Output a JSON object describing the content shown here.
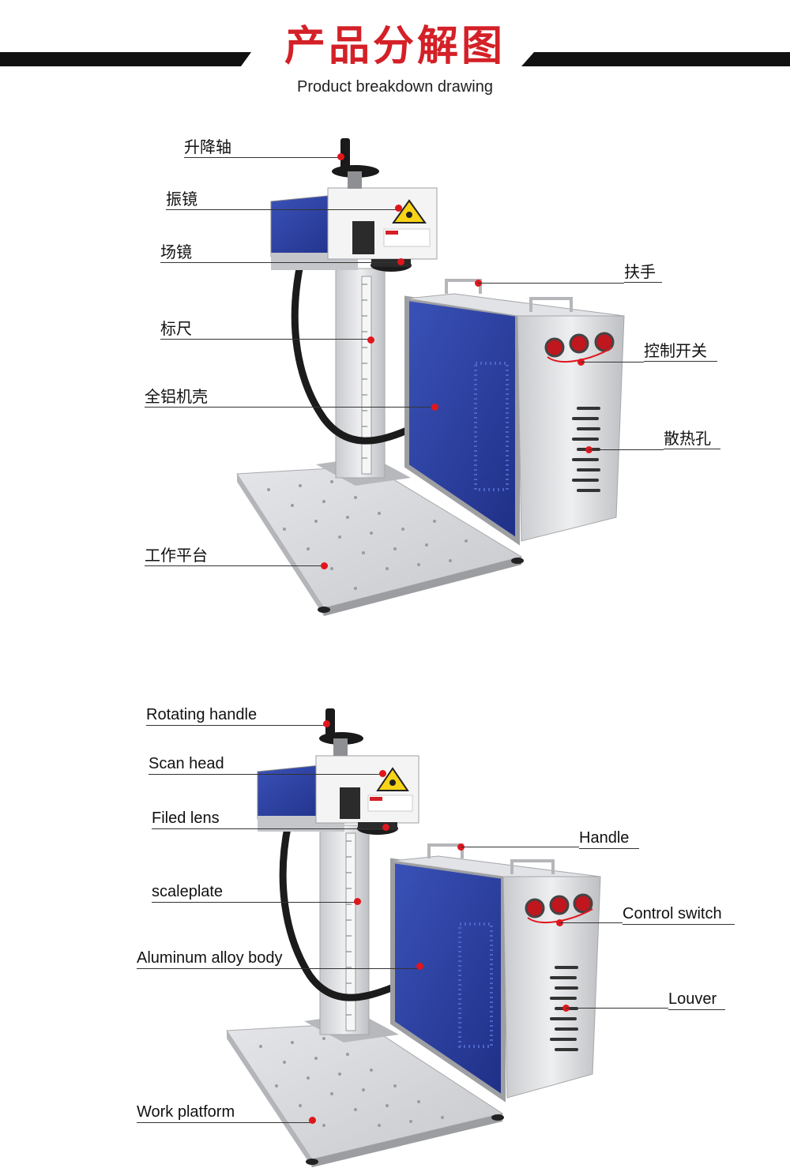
{
  "header": {
    "title": "产品分解图",
    "subtitle": "Product breakdown drawing"
  },
  "section_cn": {
    "labels": {
      "lift_axis": "升降轴",
      "scan_head": "振镜",
      "field_lens": "场镜",
      "scale": "标尺",
      "body": "全铝机壳",
      "platform": "工作平台",
      "handle": "扶手",
      "control_switch": "控制开关",
      "vent": "散热孔"
    }
  },
  "section_en": {
    "labels": {
      "rotating_handle": "Rotating handle",
      "scan_head": "Scan head",
      "filed_lens": "Filed lens",
      "scaleplate": "scaleplate",
      "body": "Aluminum alloy body",
      "platform": "Work platform",
      "handle": "Handle",
      "control_switch": "Control switch",
      "louver": "Louver"
    }
  },
  "colors": {
    "accent": "#d42027",
    "dot": "#e0161d",
    "panel_blue": "#2a3e9a",
    "metal": "#d9dadd"
  }
}
